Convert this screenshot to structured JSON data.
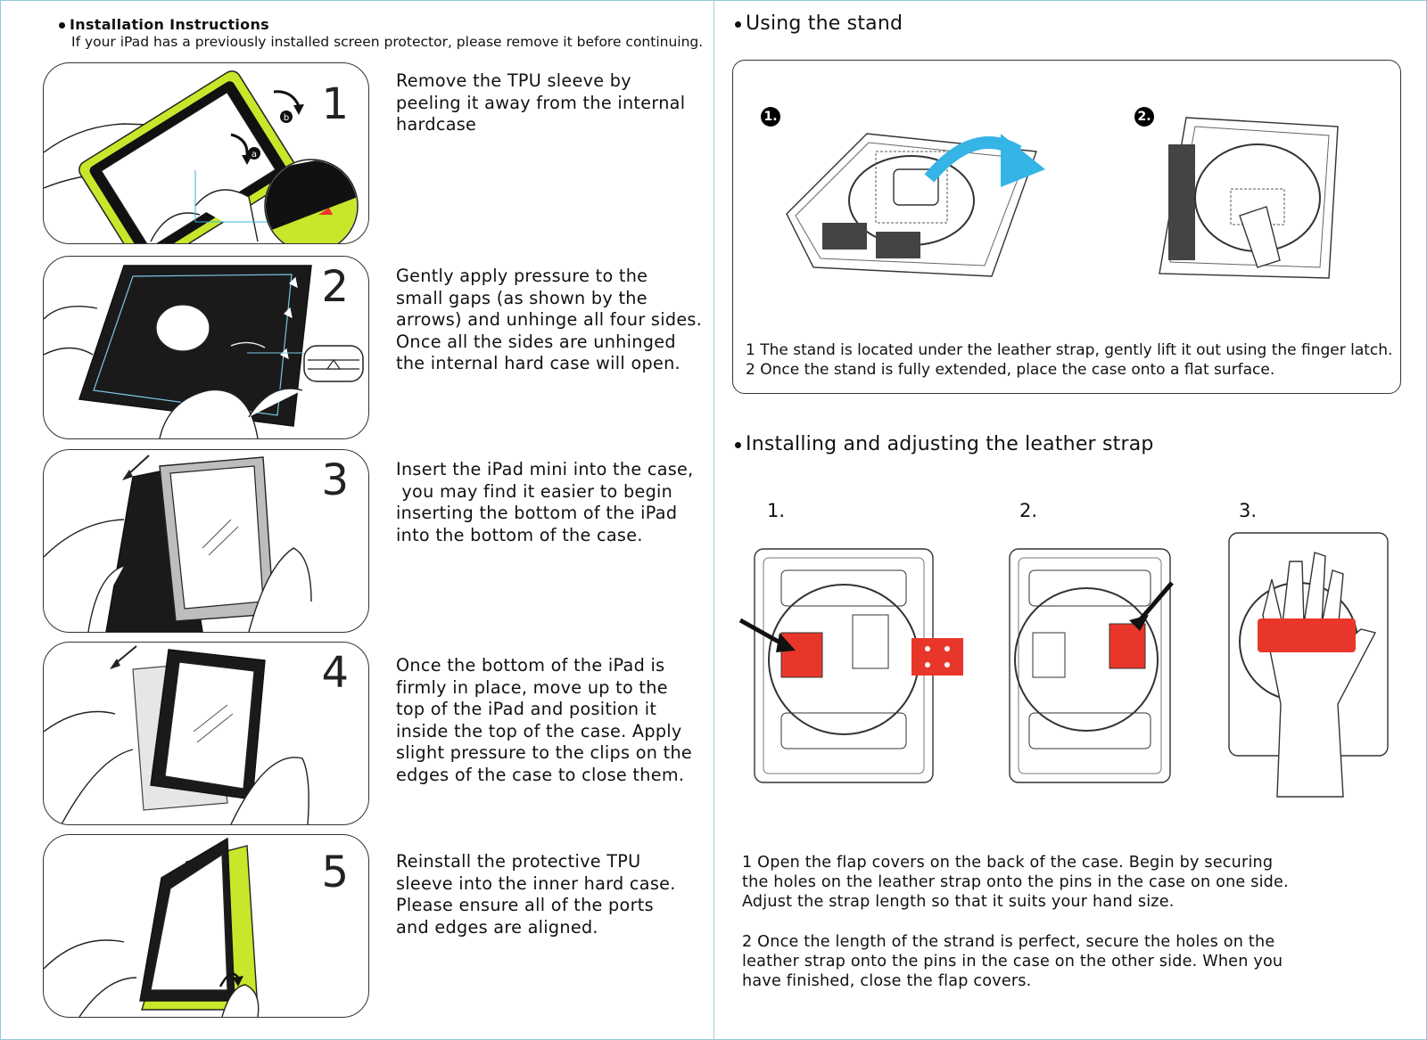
{
  "left": {
    "title": "Installation Instructions",
    "subtitle": "If your iPad has a previously installed screen protector, please remove it before continuing.",
    "steps": [
      {
        "number": "1",
        "lines": [
          "Remove the TPU sleeve by",
          "peeling it away from the internal",
          "hardcase"
        ]
      },
      {
        "number": "2",
        "lines": [
          "Gently apply pressure to the",
          "small gaps (as shown by the",
          "arrows) and unhinge all four sides.",
          "Once all the sides are unhinged",
          "the internal hard case will open."
        ]
      },
      {
        "number": "3",
        "lines": [
          "Insert the iPad mini into the case,",
          " you may find it easier to begin",
          "inserting the bottom of the iPad",
          "into the bottom of the case."
        ]
      },
      {
        "number": "4",
        "lines": [
          "Once the bottom of the iPad is",
          "firmly in place, move up to the",
          "top of the iPad and position it",
          "inside the top of the case. Apply",
          "slight pressure to the clips on the",
          "edges of the case to close them."
        ]
      },
      {
        "number": "5",
        "lines": [
          "Reinstall the protective TPU",
          "sleeve into the inner hard case.",
          "Please ensure all of the ports",
          "and edges are aligned."
        ]
      }
    ],
    "callout_a": "a",
    "callout_b": "b"
  },
  "right": {
    "stand": {
      "title": "Using the stand",
      "figure_labels": [
        "1.",
        "2."
      ],
      "notes": [
        "1 The stand is located under the leather strap, gently lift it out using the finger latch.",
        "2 Once the stand is fully extended, place the case onto a flat surface."
      ]
    },
    "strap": {
      "title": "Installing and adjusting the leather strap",
      "figure_labels": [
        "1.",
        "2.",
        "3."
      ],
      "notes_1": [
        "1 Open the flap covers on the back of the case. Begin by securing",
        "the holes on the leather strap onto the pins in the case on one side.",
        "Adjust the strap length so that it suits your hand size."
      ],
      "notes_2": [
        "2 Once the length of the strand is perfect, secure the holes on the",
        "leather strap onto the pins in the case on the other side. When you",
        "have finished, close the flap covers."
      ]
    }
  },
  "colors": {
    "sleeve_green": "#c8e62a",
    "strap_red": "#e8372a",
    "arrow_blue": "#35b4e6",
    "frame_blue": "#8ec9dc"
  }
}
